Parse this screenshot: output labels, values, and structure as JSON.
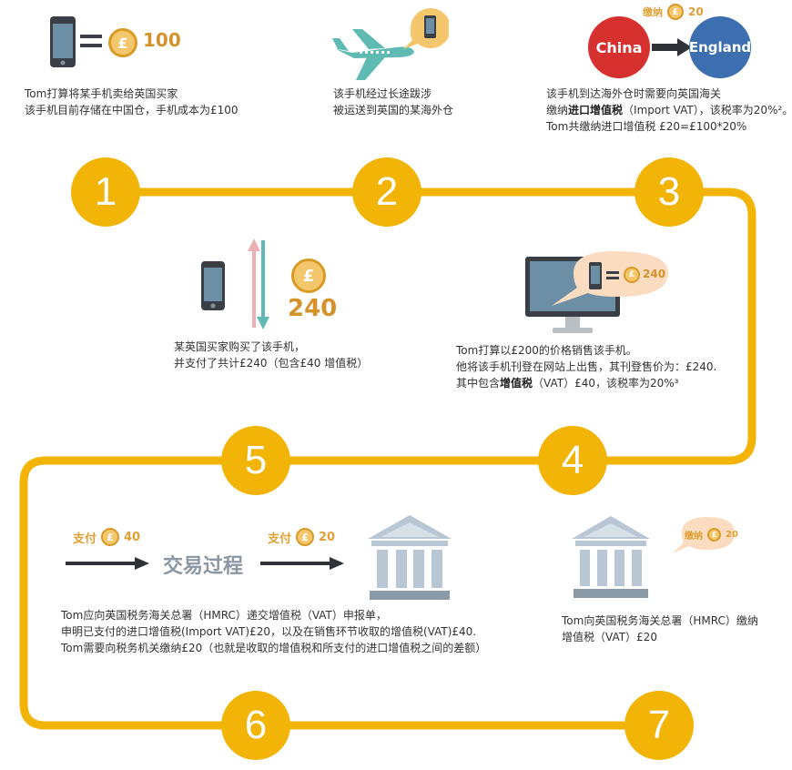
{
  "nodes": [
    "1",
    "2",
    "3",
    "4",
    "5",
    "6",
    "7"
  ],
  "step1": {
    "amount": "100",
    "line1": "Tom打算将某手机卖给英国买家",
    "line2": "该手机目前存储在中国仓，手机成本为£100"
  },
  "step2": {
    "line1": "该手机经过长途跋涉",
    "line2": "被运送到英国的某海外仓"
  },
  "step3": {
    "fee_label": "缴纳",
    "fee_amount": "20",
    "from": "China",
    "to": "England",
    "line1": "该手机到达海外仓时需要向英国海关",
    "line2_a": "缴纳",
    "line2_b": "进口增值税",
    "line2_c": "（Import VAT），该税率为20%²。",
    "line3": "Tom共缴纳进口增值税 £20=£100*20%"
  },
  "step4": {
    "bubble_amount": "240",
    "line1": "Tom打算以£200的价格销售该手机。",
    "line2": "他将该手机刊登在网站上出售，其刊登售价为：£240.",
    "line3_a": "其中包含",
    "line3_b": "增值税",
    "line3_c": "（VAT）£40，该税率为20%³"
  },
  "step5": {
    "amount": "240",
    "line1": "某英国买家购买了该手机，",
    "line2": "并支付了共计£240（包含£40 增值税）"
  },
  "step6": {
    "pay1_label": "支付",
    "pay1_amount": "40",
    "pay2_label": "支付",
    "pay2_amount": "20",
    "center_label": "交易过程",
    "line1": "Tom应向英国税务海关总署（HMRC）递交增值税（VAT）申报单，",
    "line2": "申明已支付的进口增值税(Import VAT)£20，以及在销售环节收取的增值税(VAT)£40.",
    "line3": "Tom需要向税务机关缴纳£20（也就是收取的增值税和所支付的进口增值税之间的差额）"
  },
  "step7": {
    "bubble_label": "缴纳",
    "bubble_amount": "20",
    "line1": "Tom向英国税务海关总署（HMRC）缴纳",
    "line2": "增值税（VAT）£20"
  },
  "icons": {
    "coin": "£"
  },
  "colors": {
    "accent": "#f2b406",
    "coin": "#f5c76d",
    "china": "#d6312f",
    "england": "#3d6fb0",
    "bank": "#b8c7d3"
  }
}
